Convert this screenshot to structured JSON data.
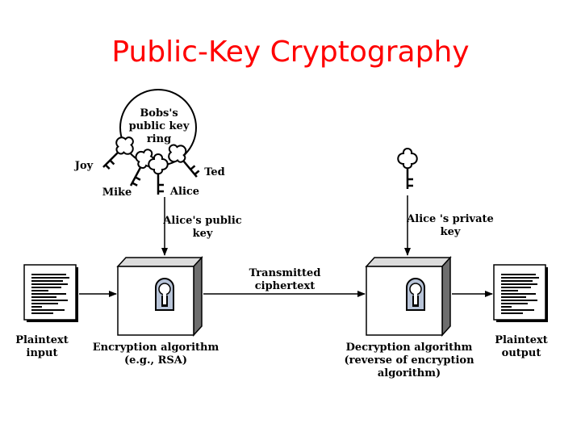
{
  "title": "Public-Key Cryptography",
  "labels": {
    "ring": "Bobs's\npublic key\nring",
    "joy": "Joy",
    "mike": "Mike",
    "alice": "Alice",
    "ted": "Ted",
    "alice_public_key": "Alice's public\nkey",
    "alice_private_key": "Alice 's private\nkey",
    "transmitted": "Transmitted\nciphertext",
    "plaintext_input": "Plaintext\ninput",
    "plaintext_output": "Plaintext\noutput",
    "encryption": "Encryption algorithm\n(e.g., RSA)",
    "decryption": "Decryption algorithm\n(reverse of encryption\nalgorithm)"
  },
  "icons": [
    "key-icon",
    "document-icon",
    "lock-icon"
  ]
}
